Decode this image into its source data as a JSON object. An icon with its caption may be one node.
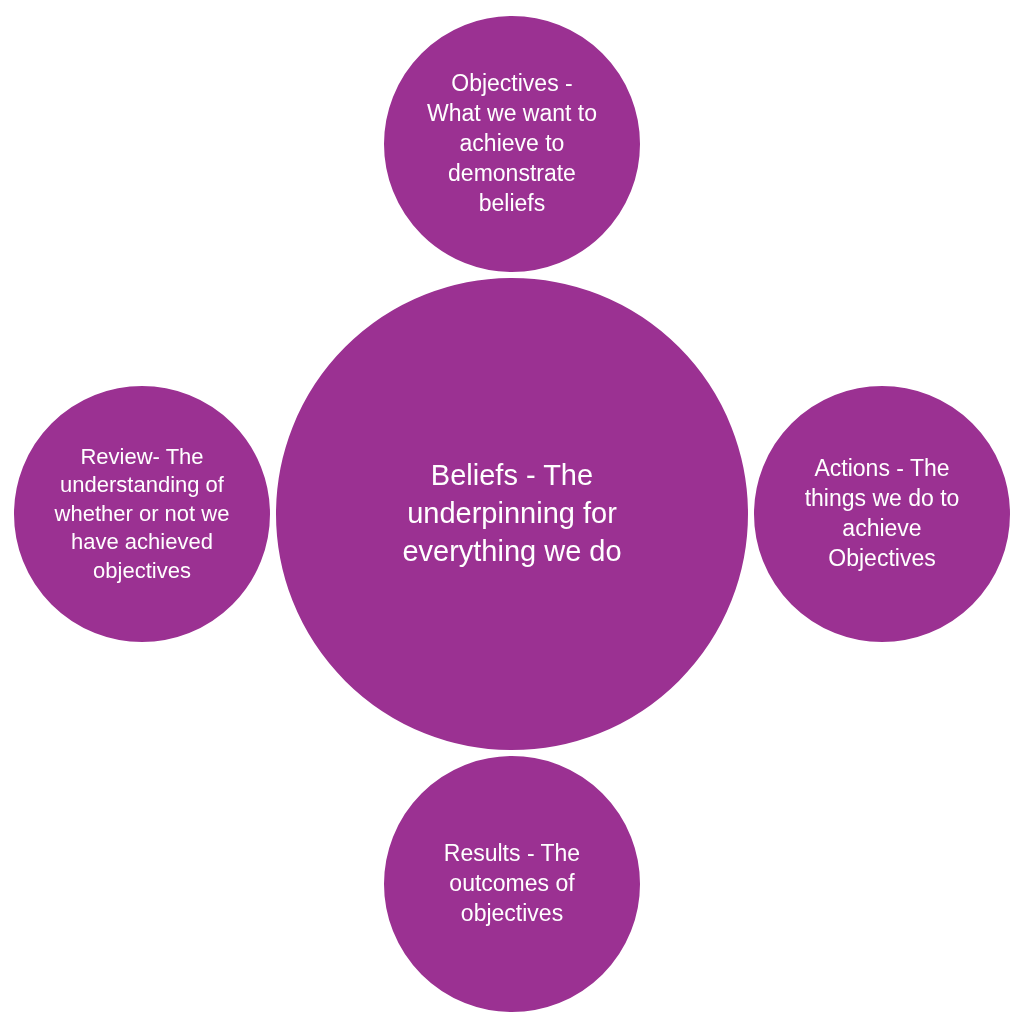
{
  "diagram": {
    "nodes": [
      {
        "text": [
          "Objectives - What we want to achieve to demonstrate beliefs"
        ]
      },
      {
        "text": [
          "Review- The understanding of whether or not we have achieved objectives"
        ]
      },
      {
        "text": [
          "Beliefs - The underpinning for everything we do"
        ]
      },
      {
        "text": [
          "Actions - The things we do to achieve Objectives"
        ]
      },
      {
        "text": [
          "Results - The outcomes of objectives"
        ]
      }
    ]
  }
}
